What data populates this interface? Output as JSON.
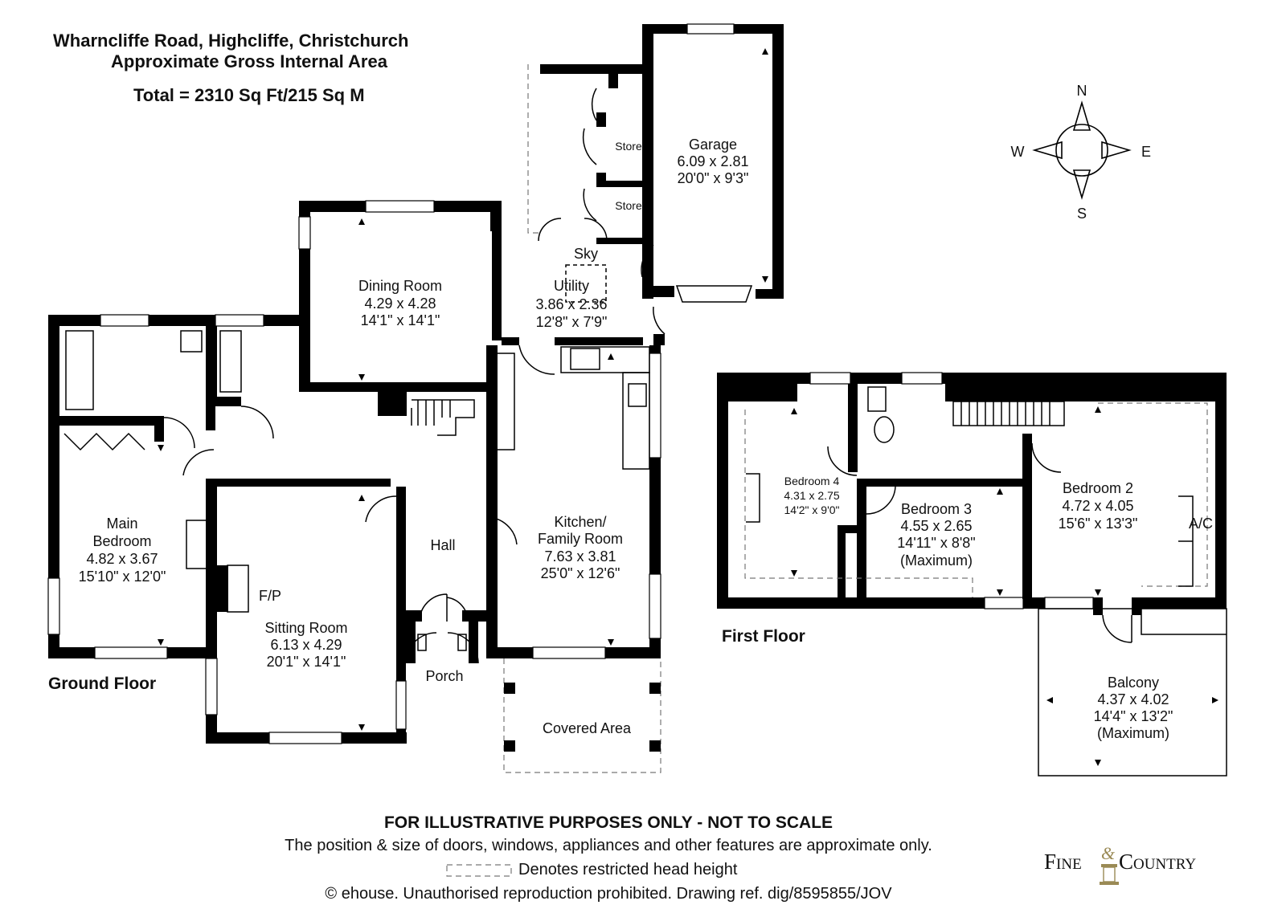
{
  "header": {
    "address": "Wharncliffe Road, Highcliffe, Christchurch",
    "area_label": "Approximate Gross Internal Area",
    "total": "Total = 2310 Sq Ft/215 Sq M"
  },
  "compass": {
    "n": "N",
    "s": "S",
    "e": "E",
    "w": "W"
  },
  "floors": {
    "ground": "Ground Floor",
    "first": "First Floor"
  },
  "rooms": {
    "garage": {
      "name": "Garage",
      "metric": "6.09 x 2.81",
      "imperial": "20'0\" x 9'3\""
    },
    "store1": {
      "name": "Store"
    },
    "store2": {
      "name": "Store"
    },
    "sky": {
      "name": "Sky"
    },
    "utility": {
      "name": "Utility",
      "metric": "3.86 x 2.36",
      "imperial": "12'8\" x 7'9\""
    },
    "dining": {
      "name": "Dining Room",
      "metric": "4.29 x 4.28",
      "imperial": "14'1\" x 14'1\""
    },
    "main_bed": {
      "name1": "Main",
      "name2": "Bedroom",
      "metric": "4.82 x 3.67",
      "imperial": "15'10\" x 12'0\""
    },
    "hall": {
      "name": "Hall"
    },
    "kitchen": {
      "name1": "Kitchen/",
      "name2": "Family Room",
      "metric": "7.63 x 3.81",
      "imperial": "25'0\" x 12'6\""
    },
    "fp": {
      "name": "F/P"
    },
    "sitting": {
      "name": "Sitting Room",
      "metric": "6.13 x 4.29",
      "imperial": "20'1\" x 14'1\""
    },
    "porch": {
      "name": "Porch"
    },
    "covered": {
      "name": "Covered Area"
    },
    "bed4": {
      "name": "Bedroom 4",
      "metric": "4.31 x 2.75",
      "imperial": "14'2\" x 9'0\""
    },
    "bed3": {
      "name": "Bedroom 3",
      "metric": "4.55 x 2.65",
      "imperial": "14'11\" x 8'8\"",
      "note": "(Maximum)"
    },
    "bed2": {
      "name": "Bedroom 2",
      "metric": "4.72 x 4.05",
      "imperial": "15'6\" x 13'3\""
    },
    "ac": {
      "name": "A/C"
    },
    "balcony": {
      "name": "Balcony",
      "metric": "4.37 x 4.02",
      "imperial": "14'4\" x 13'2\"",
      "note": "(Maximum)"
    }
  },
  "footer": {
    "disclaimer": "FOR ILLUSTRATIVE PURPOSES ONLY - NOT TO SCALE",
    "position_note": "The position & size of doors, windows, appliances and other features are approximate only.",
    "restricted_legend": "Denotes restricted head height",
    "copyright": "© ehouse. Unauthorised reproduction prohibited. Drawing ref. dig/8595855/JOV"
  },
  "logo": {
    "text_left": "Fine",
    "ampersand": "&",
    "text_right": "Country"
  }
}
